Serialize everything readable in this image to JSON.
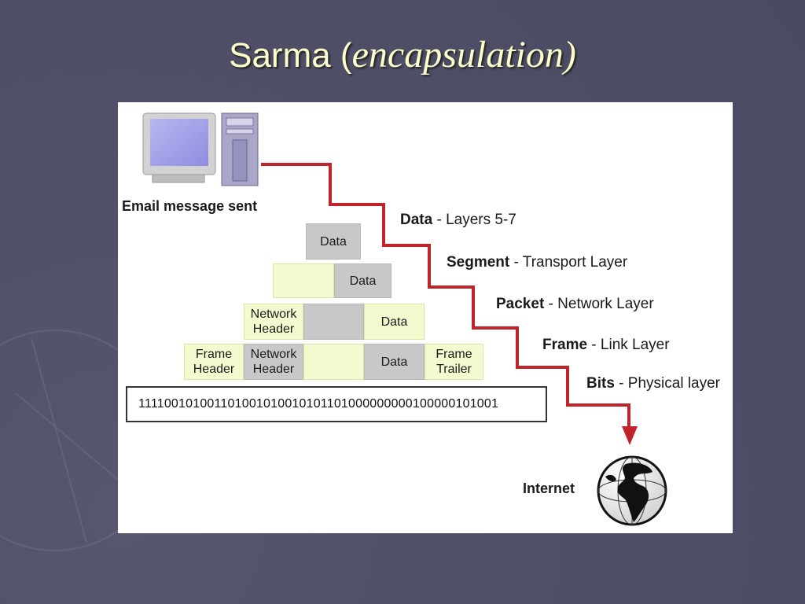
{
  "slide": {
    "title_plain": "Sarma (",
    "title_italic": "encapsulation)"
  },
  "diagram": {
    "email_label": "Email message sent",
    "layers": [
      {
        "bold": "Data",
        "desc": " - Layers 5-7"
      },
      {
        "bold": "Segment",
        "desc": " - Transport Layer"
      },
      {
        "bold": "Packet",
        "desc": " - Network Layer"
      },
      {
        "bold": "Frame",
        "desc": " - Link Layer"
      },
      {
        "bold": "Bits",
        "desc": " - Physical layer"
      }
    ],
    "boxes": {
      "data": "Data",
      "network_header_1": "Network",
      "network_header_2": "Header",
      "frame_header_1": "Frame",
      "frame_header_2": "Header",
      "frame_trailer_1": "Frame",
      "frame_trailer_2": "Trailer"
    },
    "bits_value": "111100101001101001010010101101000000000100000101001",
    "internet_label": "Internet",
    "colors": {
      "path": "#c0232a",
      "grey_box": "#c8c8c8",
      "yellow_box": "#f2fbcf"
    },
    "icons": [
      "computer-monitor-icon",
      "server-tower-icon",
      "globe-icon",
      "arrow-down-icon"
    ]
  }
}
